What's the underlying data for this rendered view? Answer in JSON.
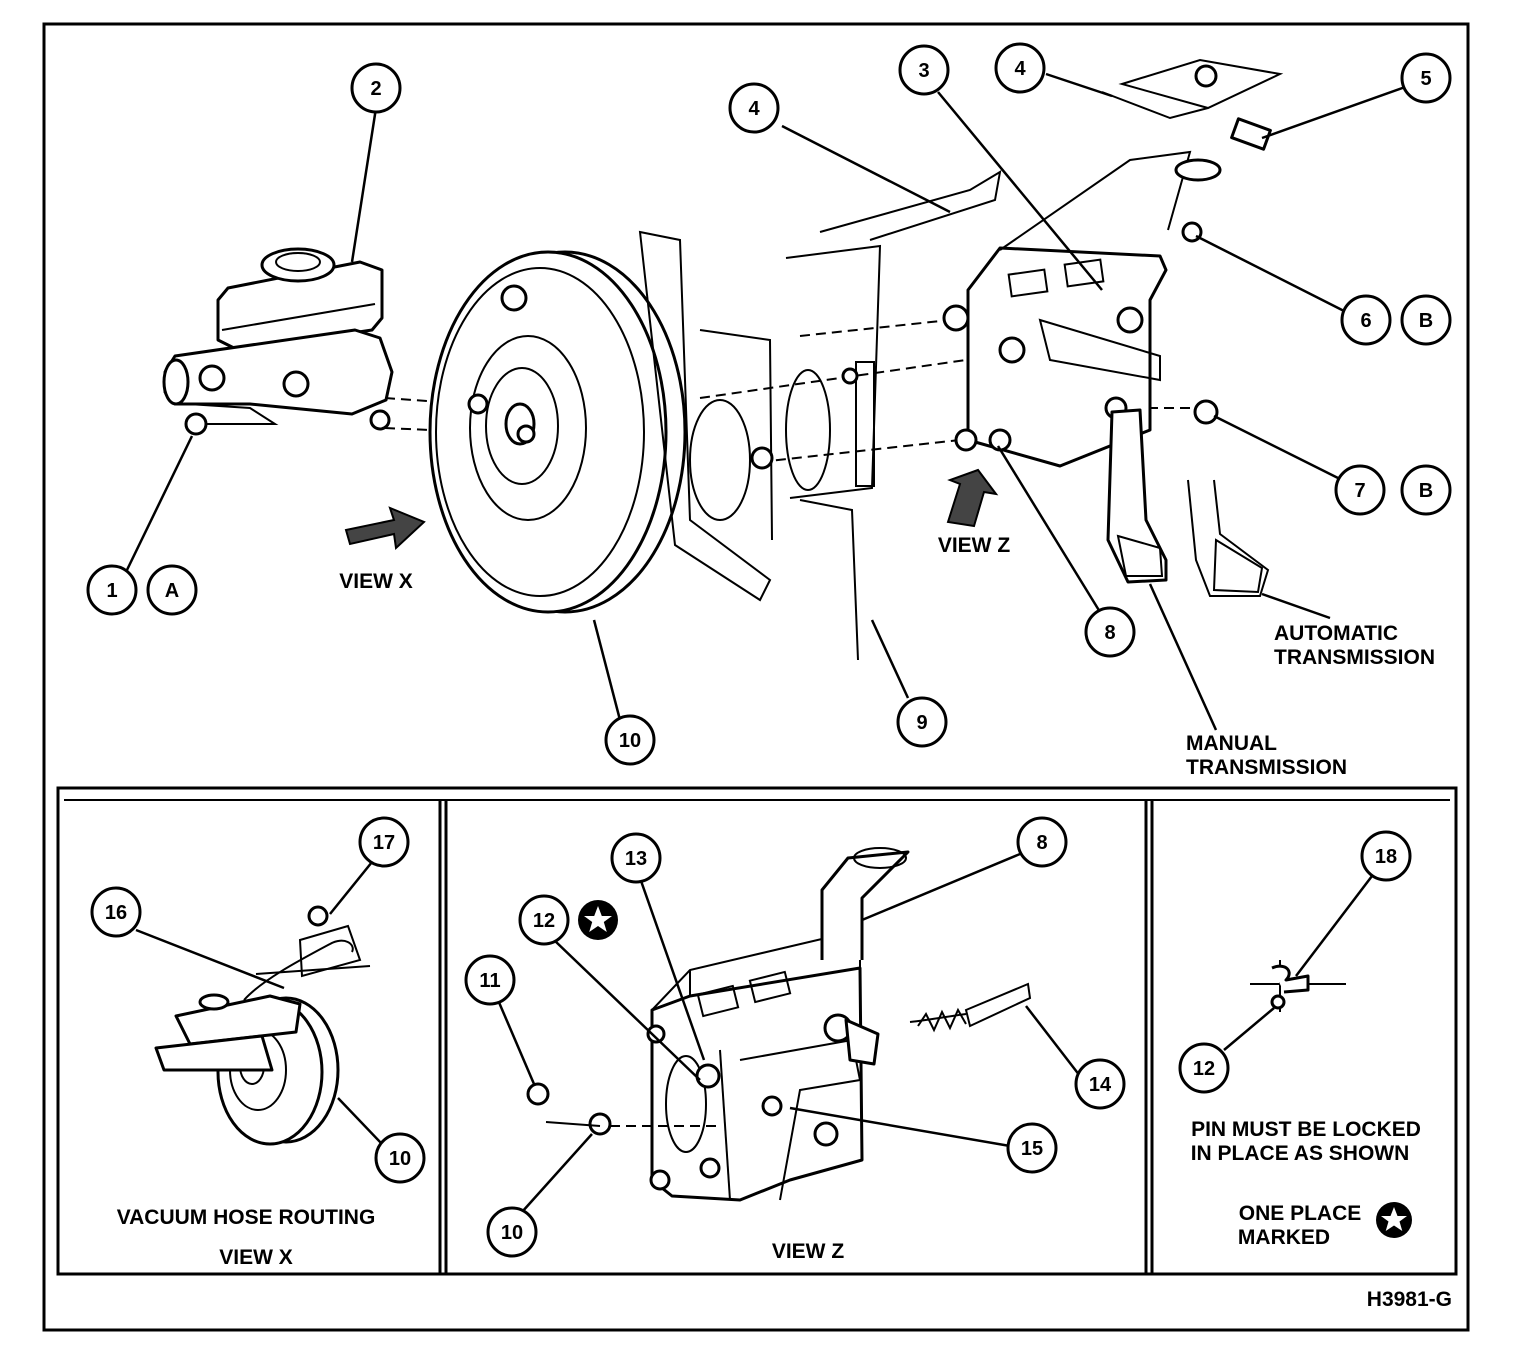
{
  "drawing_id": "H3981-G",
  "callouts": {
    "c1": "1",
    "cA": "A",
    "c2": "2",
    "c3": "3",
    "c4a": "4",
    "c4b": "4",
    "c5": "5",
    "c6": "6",
    "c6b": "B",
    "c7": "7",
    "c7b": "B",
    "c8": "8",
    "c9": "9",
    "c10": "10",
    "x16": "16",
    "x17": "17",
    "x10": "10",
    "z12": "12",
    "z13": "13",
    "z8": "8",
    "z11": "11",
    "z14": "14",
    "z15": "15",
    "z10": "10",
    "p18": "18",
    "p12": "12"
  },
  "labels": {
    "view_x": "VIEW X",
    "view_z": "VIEW Z",
    "automatic_1": "AUTOMATIC",
    "automatic_2": "TRANSMISSION",
    "manual_1": "MANUAL",
    "manual_2": "TRANSMISSION",
    "vacuum_hose": "VACUUM HOSE ROUTING",
    "view_x_inset": "VIEW X",
    "view_z_inset": "VIEW Z",
    "pin_1": "PIN MUST BE LOCKED",
    "pin_2": "IN PLACE AS SHOWN",
    "marked_1": "ONE PLACE",
    "marked_2": "MARKED"
  }
}
